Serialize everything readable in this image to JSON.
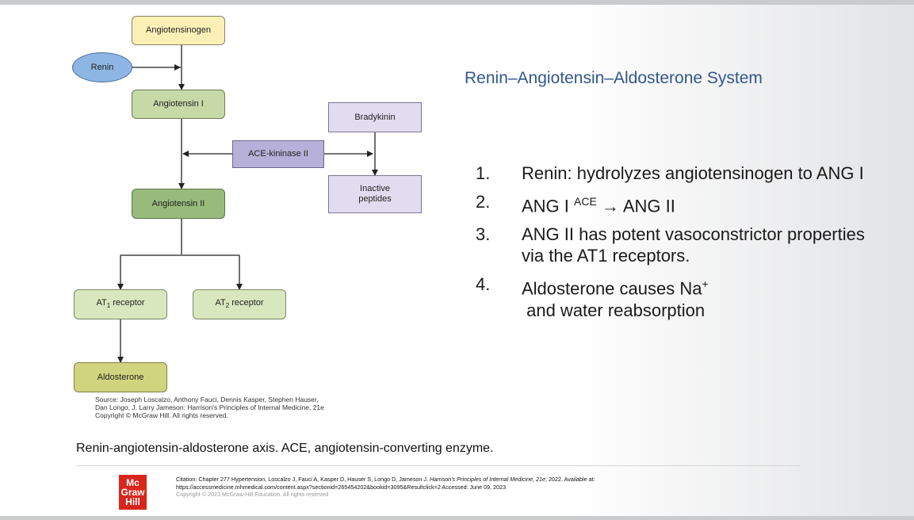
{
  "diagram": {
    "nodes": {
      "angiotensinogen": "Angiotensinogen",
      "renin": "Renin",
      "angiotensin1": "Angiotensin I",
      "bradykinin": "Bradykinin",
      "ace_kininase": "ACE-kininase II",
      "angiotensin2": "Angiotensin II",
      "inactive_peptides": "Inactive peptides",
      "at1_prefix": "AT",
      "at1_sub": "1",
      "at1_suffix": " receptor",
      "at2_prefix": "AT",
      "at2_sub": "2",
      "at2_suffix": " receptor",
      "aldosterone": "Aldosterone"
    },
    "source": {
      "line1": "Source: Joseph Loscalzo, Anthony Fauci, Dennis Kasper, Stephen Hauser,",
      "line2": "Dan Longo, J. Larry Jameson: Harrison's Principles of Internal Medicine, 21e",
      "line3": "Copyright © McGraw Hill. All rights reserved."
    }
  },
  "slide": {
    "title": "Renin–Angiotensin–Aldosterone System",
    "points": [
      {
        "num": "1.",
        "text": "Renin: hydrolyzes angiotensinogen to ANG I"
      },
      {
        "num": "2.",
        "pre": "ANG I ",
        "sup": "ACE",
        "post": " → ANG II"
      },
      {
        "num": "3.",
        "text": "ANG II has potent vasoconstrictor properties via the AT1 receptors."
      },
      {
        "num": "4.",
        "pre": "Aldosterone causes Na",
        "sup": "+",
        "post": " and water reabsorption"
      }
    ]
  },
  "caption": "Renin-angiotensin-aldosterone axis. ACE, angiotensin-converting enzyme.",
  "footer": {
    "logo": {
      "line1": "Mc",
      "line2": "Graw",
      "line3": "Hill"
    },
    "citation_pre": "Citation: Chapter 277 Hypertension, Loscalzo J, Fauci A, Kasper D, Hauser S, Longo D, Jameson J. ",
    "citation_book": "Harrison's Principles of Internal Medicine, 21e",
    "citation_post": "; 2022. Available at:",
    "citation_line2": "https://accessmedicine.mhmedical.com/content.aspx?sectionid=265454202&bookid=3095&Resultclick=2 Accessed: June 09, 2023",
    "copyright": "Copyright © 2023 McGraw-Hill Education. All rights reserved"
  },
  "colors": {
    "title": "#34568b",
    "logo_red": "#d9261c",
    "arrow": "#222222"
  }
}
